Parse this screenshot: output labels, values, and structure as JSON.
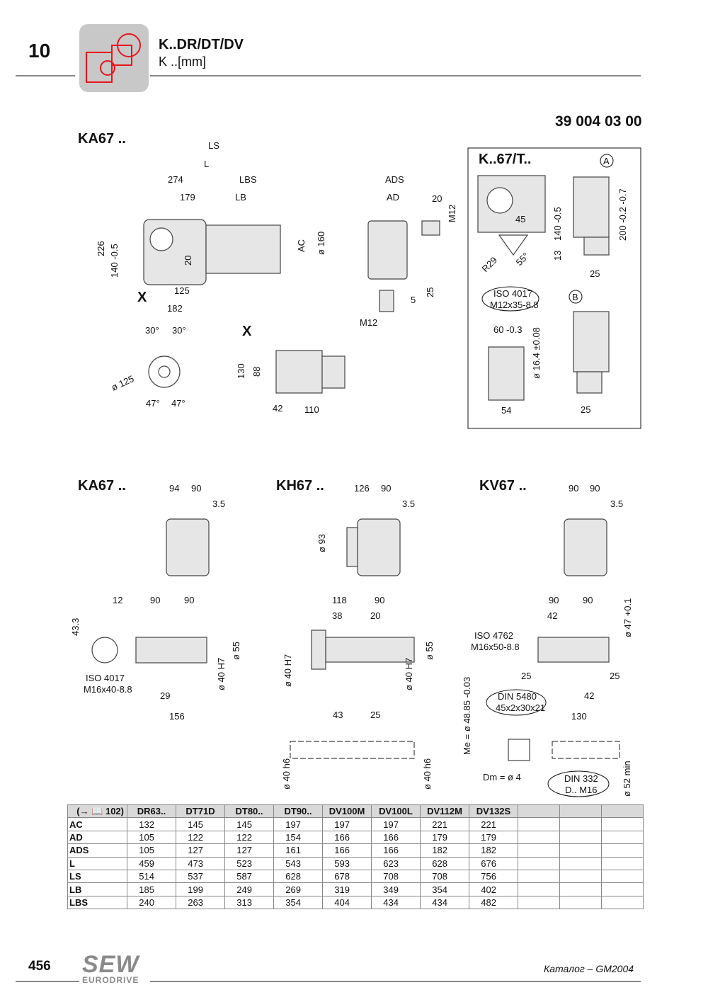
{
  "header": {
    "chapter": "10",
    "title": "K..DR/DT/DV",
    "subtitle": "K ..[mm]",
    "doc_number": "39 004 03 00"
  },
  "accent_color": "#e8161b",
  "dims": {
    "t_ka67_top": "KA67 ..",
    "ls": "LS",
    "l": "L",
    "d274": "274",
    "lbs": "LBS",
    "d179": "179",
    "lb": "LB",
    "d226": "226",
    "d140": "140 -0.5",
    "d20a": "20",
    "ac": "AC",
    "d160": "ø 160",
    "x1": "X",
    "d125": "125",
    "d182": "182",
    "ads": "ADS",
    "ad": "AD",
    "d20b": "20",
    "m12a": "M12",
    "d5": "5",
    "d25a": "25",
    "m12b": "M12",
    "a30l": "30°",
    "a30r": "30°",
    "d125b": "ø 125",
    "a47l": "47°",
    "a47r": "47°",
    "x2": "X",
    "d130": "130",
    "d88": "88",
    "d42a": "42",
    "d110": "110",
    "t_box": "K..67/T..",
    "ca": "A",
    "d45": "45",
    "d140b": "140 -0.5",
    "d200": "200 -0.2 -0.7",
    "d13": "13",
    "r29": "R29",
    "a55": "55°",
    "d25b": "25",
    "iso1a": "ISO 4017",
    "iso1b": "M12x35-8.8",
    "cb": "B",
    "d60": "60 -0.3",
    "d164": "ø 16.4 ±0.08",
    "d54": "54",
    "d25c": "25",
    "t_ka67": "KA67 ..",
    "d94": "94",
    "d90a": "90",
    "d35a": "3.5",
    "t_kh67": "KH67 ..",
    "d126": "126",
    "d90b": "90",
    "d35b": "3.5",
    "d93": "ø 93",
    "t_kv67": "KV67 ..",
    "d90c": "90",
    "d90d": "90",
    "d35c": "3.5",
    "d12": "12",
    "d90e": "90",
    "d90f": "90",
    "d433": "43.3",
    "d55a": "ø 55",
    "d40a": "ø 40 H7",
    "iso2a": "ISO 4017",
    "iso2b": "M16x40-8.8",
    "d29": "29",
    "d156": "156",
    "d118": "118",
    "d90g": "90",
    "d38": "38",
    "d20c": "20",
    "d55b": "ø 55",
    "d40b": "ø 40 H7",
    "d40c": "ø 40 H7",
    "d43": "43",
    "d25d": "25",
    "d40d": "ø 40 h6",
    "d40e": "ø 40 h6",
    "d90h": "90",
    "d90i": "90",
    "d42b": "42",
    "d47": "ø 47 +0.1",
    "iso3a": "ISO 4762",
    "iso3b": "M16x50-8.8",
    "d25e": "25",
    "d25f": "25",
    "d42c": "42",
    "din1a": "DIN 5480",
    "din1b": "45x2x30x21",
    "me": "Me = ø 48.85 -0.03",
    "d130b": "130",
    "dm": "Dm = ø 4",
    "din2a": "DIN 332",
    "din2b": "D.. M16",
    "d52": "ø 52 min"
  },
  "table": {
    "corner": "(→ 📖 102)",
    "columns": [
      "DR63..",
      "DT71D",
      "DT80..",
      "DT90..",
      "DV100M",
      "DV100L",
      "DV112M",
      "DV132S"
    ],
    "rows": [
      {
        "label": "AC",
        "values": [
          "132",
          "145",
          "145",
          "197",
          "197",
          "197",
          "221",
          "221"
        ]
      },
      {
        "label": "AD",
        "values": [
          "105",
          "122",
          "122",
          "154",
          "166",
          "166",
          "179",
          "179"
        ]
      },
      {
        "label": "ADS",
        "values": [
          "105",
          "127",
          "127",
          "161",
          "166",
          "166",
          "182",
          "182"
        ]
      },
      {
        "label": "L",
        "values": [
          "459",
          "473",
          "523",
          "543",
          "593",
          "623",
          "628",
          "676"
        ]
      },
      {
        "label": "LS",
        "values": [
          "514",
          "537",
          "587",
          "628",
          "678",
          "708",
          "708",
          "756"
        ]
      },
      {
        "label": "LB",
        "values": [
          "185",
          "199",
          "249",
          "269",
          "319",
          "349",
          "354",
          "402"
        ]
      },
      {
        "label": "LBS",
        "values": [
          "240",
          "263",
          "313",
          "354",
          "404",
          "434",
          "434",
          "482"
        ]
      }
    ]
  },
  "footer": {
    "page": "456",
    "logo": "SEW EURODRIVE",
    "catalog": "Каталог – GM2004"
  }
}
